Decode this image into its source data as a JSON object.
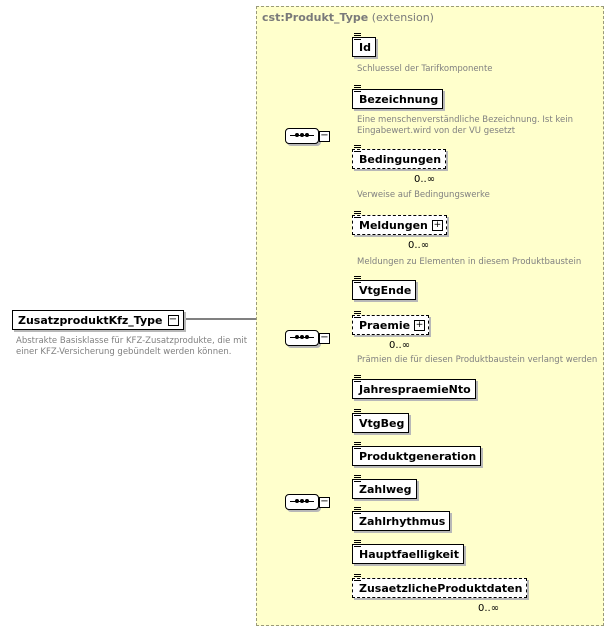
{
  "root": {
    "name": "ZusatzproduktKfz_Type",
    "doc": [
      "Abstrakte Basisklasse für KFZ-Zusatzprodukte, die mit",
      "einer KFZ-Versicherung gebündelt werden können."
    ]
  },
  "extension": {
    "type": "cst:Produkt_Type",
    "label": "(extension)"
  },
  "elements": {
    "id": {
      "name": "Id",
      "doc": [
        "Schluessel der Tarifkomponente"
      ]
    },
    "bezeichnung": {
      "name": "Bezeichnung",
      "doc": [
        "Eine menschenverständliche Bezeichnung. Ist kein",
        "Eingabewert.wird von der VU gesetzt"
      ]
    },
    "bedingungen": {
      "name": "Bedingungen",
      "card": "0..∞",
      "doc": [
        "Verweise auf Bedingungswerke"
      ]
    },
    "meldungen": {
      "name": "Meldungen",
      "card": "0..∞",
      "doc": [
        "Meldungen zu Elementen in diesem Produktbaustein"
      ]
    },
    "vtgende": {
      "name": "VtgEnde"
    },
    "praemie": {
      "name": "Praemie",
      "card": "0..∞",
      "doc": [
        "Prämien die für diesen Produktbaustein verlangt werden"
      ]
    },
    "jahrespraemie": {
      "name": "JahrespraemieNto"
    },
    "vtgbeg": {
      "name": "VtgBeg"
    },
    "produktgeneration": {
      "name": "Produktgeneration"
    },
    "zahlweg": {
      "name": "Zahlweg"
    },
    "zahlrhythmus": {
      "name": "Zahlrhythmus"
    },
    "hauptfaelligkeit": {
      "name": "Hauptfaelligkeit"
    },
    "zusaetzliche": {
      "name": "ZusaetzlicheProduktdaten",
      "card": "0..∞"
    }
  },
  "symbols": {
    "plus": "+",
    "minus": "−"
  }
}
